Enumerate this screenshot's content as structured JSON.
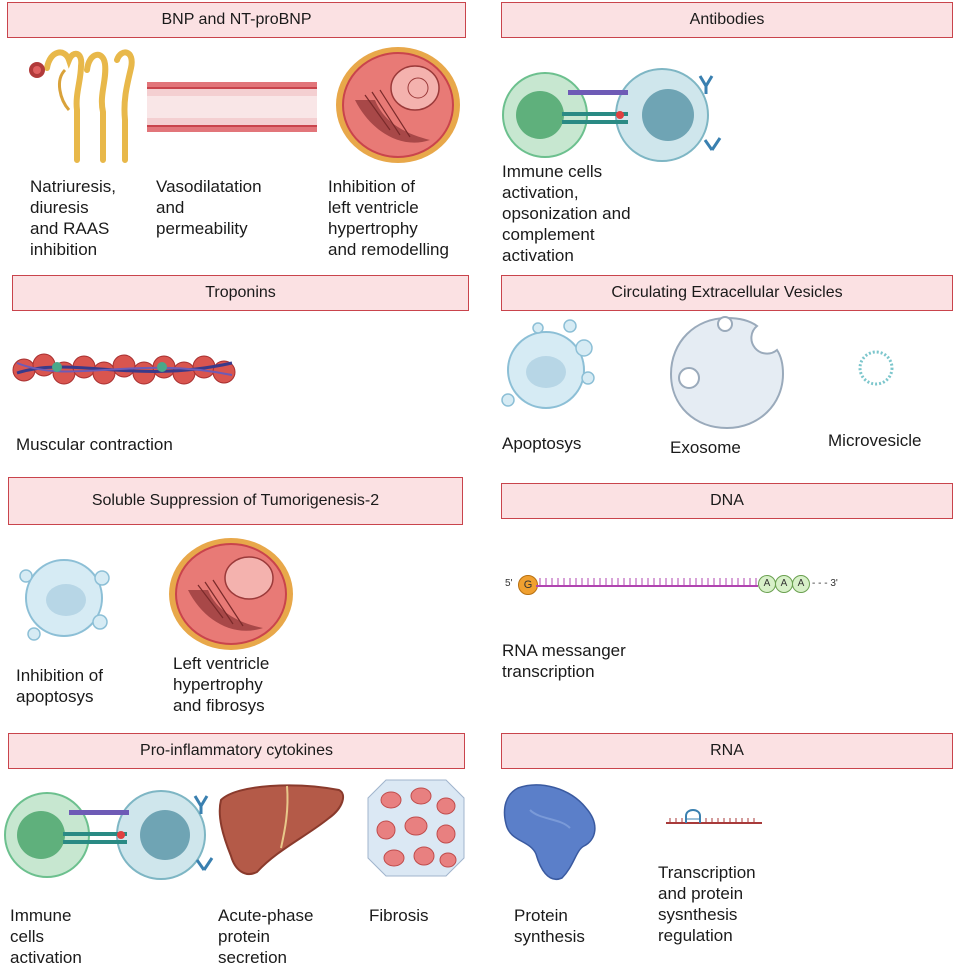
{
  "sections": {
    "bnp": {
      "title": "BNP and NT-proBNP",
      "labels": [
        "Natriuresis,\ndiuresis\nand RAAS\ninhibition",
        "Vasodilatation\nand\npermeability",
        "Inhibition of\nleft ventricle\nhypertrophy\nand remodelling"
      ]
    },
    "antibodies": {
      "title": "Antibodies",
      "labels": [
        "Immune cells\nactivation,\nopsonization and\ncomplement\nactivation"
      ]
    },
    "troponins": {
      "title": "Troponins",
      "labels": [
        "Muscular contraction"
      ]
    },
    "vesicles": {
      "title": "Circulating Extracellular Vesicles",
      "labels": [
        "Apoptosys",
        "Exosome",
        "Microvesicle"
      ]
    },
    "st2": {
      "title": "Soluble Suppression of Tumorigenesis-2",
      "labels": [
        "Inhibition of\napoptosys",
        "Left ventricle\nhypertrophy\nand fibrosys"
      ]
    },
    "dna": {
      "title": "DNA",
      "labels": [
        "RNA messanger\ntranscription"
      ],
      "five_prime": "5'",
      "cap": "G",
      "tail": [
        "A",
        "A",
        "A"
      ],
      "three_prime": "- - - 3'"
    },
    "cytokines": {
      "title": "Pro-inflammatory cytokines",
      "labels": [
        "Immune\ncells\nactivation",
        "Acute-phase\nprotein\nsecretion",
        "Fibrosis"
      ]
    },
    "rna": {
      "title": "RNA",
      "labels": [
        "Protein\nsynthesis",
        "Transcription\nand protein\nsysnthesis\nregulation"
      ]
    }
  },
  "colors": {
    "header_fill": "#fbe1e3",
    "header_border": "#c9444c",
    "heart": "#e87a76",
    "cell_green": "#6cc08e",
    "cell_blue": "#8dc3cf",
    "protein_blue": "#5b7fc9",
    "liver": "#b45a48"
  }
}
